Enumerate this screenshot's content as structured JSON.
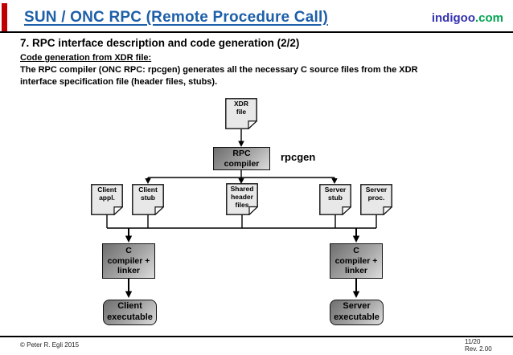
{
  "header": {
    "title": "SUN / ONC RPC (Remote Procedure Call)",
    "brand_name": "indigoo",
    "brand_tld": ".com",
    "title_color": "#1d5fa8",
    "brand_indigo_color": "#3533af",
    "brand_green_color": "#00a551",
    "accent_bar_color": "#c00000"
  },
  "content": {
    "heading": "7. RPC interface description and code generation (2/2)",
    "subheading": "Code generation from XDR file:",
    "body_line1": "The RPC compiler (ONC RPC: rpcgen) generates all the necessary C source files from the XDR",
    "body_line2": "interface specification file (header files, stubs)."
  },
  "diagram": {
    "xdr_file_label": "XDR\nfile",
    "rpc_compiler_label": "RPC\ncompiler",
    "rpcgen_label": "rpcgen",
    "generated_files": [
      {
        "label": "Client\nappl."
      },
      {
        "label": "Client\nstub"
      },
      {
        "label": "Shared\nheader\nfiles"
      },
      {
        "label": "Server\nstub"
      },
      {
        "label": "Server\nproc."
      }
    ],
    "c_compiler_left_label": "C\ncompiler +\nlinker",
    "c_compiler_right_label": "C\ncompiler +\nlinker",
    "client_executable_label": "Client\nexecutable",
    "server_executable_label": "Server\nexecutable",
    "document_fill_color": "#e8e8e8",
    "box_gradient_dark": "#6e6e6e",
    "box_gradient_light": "#dcdcdc"
  },
  "footer": {
    "copyright": "© Peter R. Egli 2015",
    "page": "11/20",
    "revision": "Rev. 2.00"
  }
}
